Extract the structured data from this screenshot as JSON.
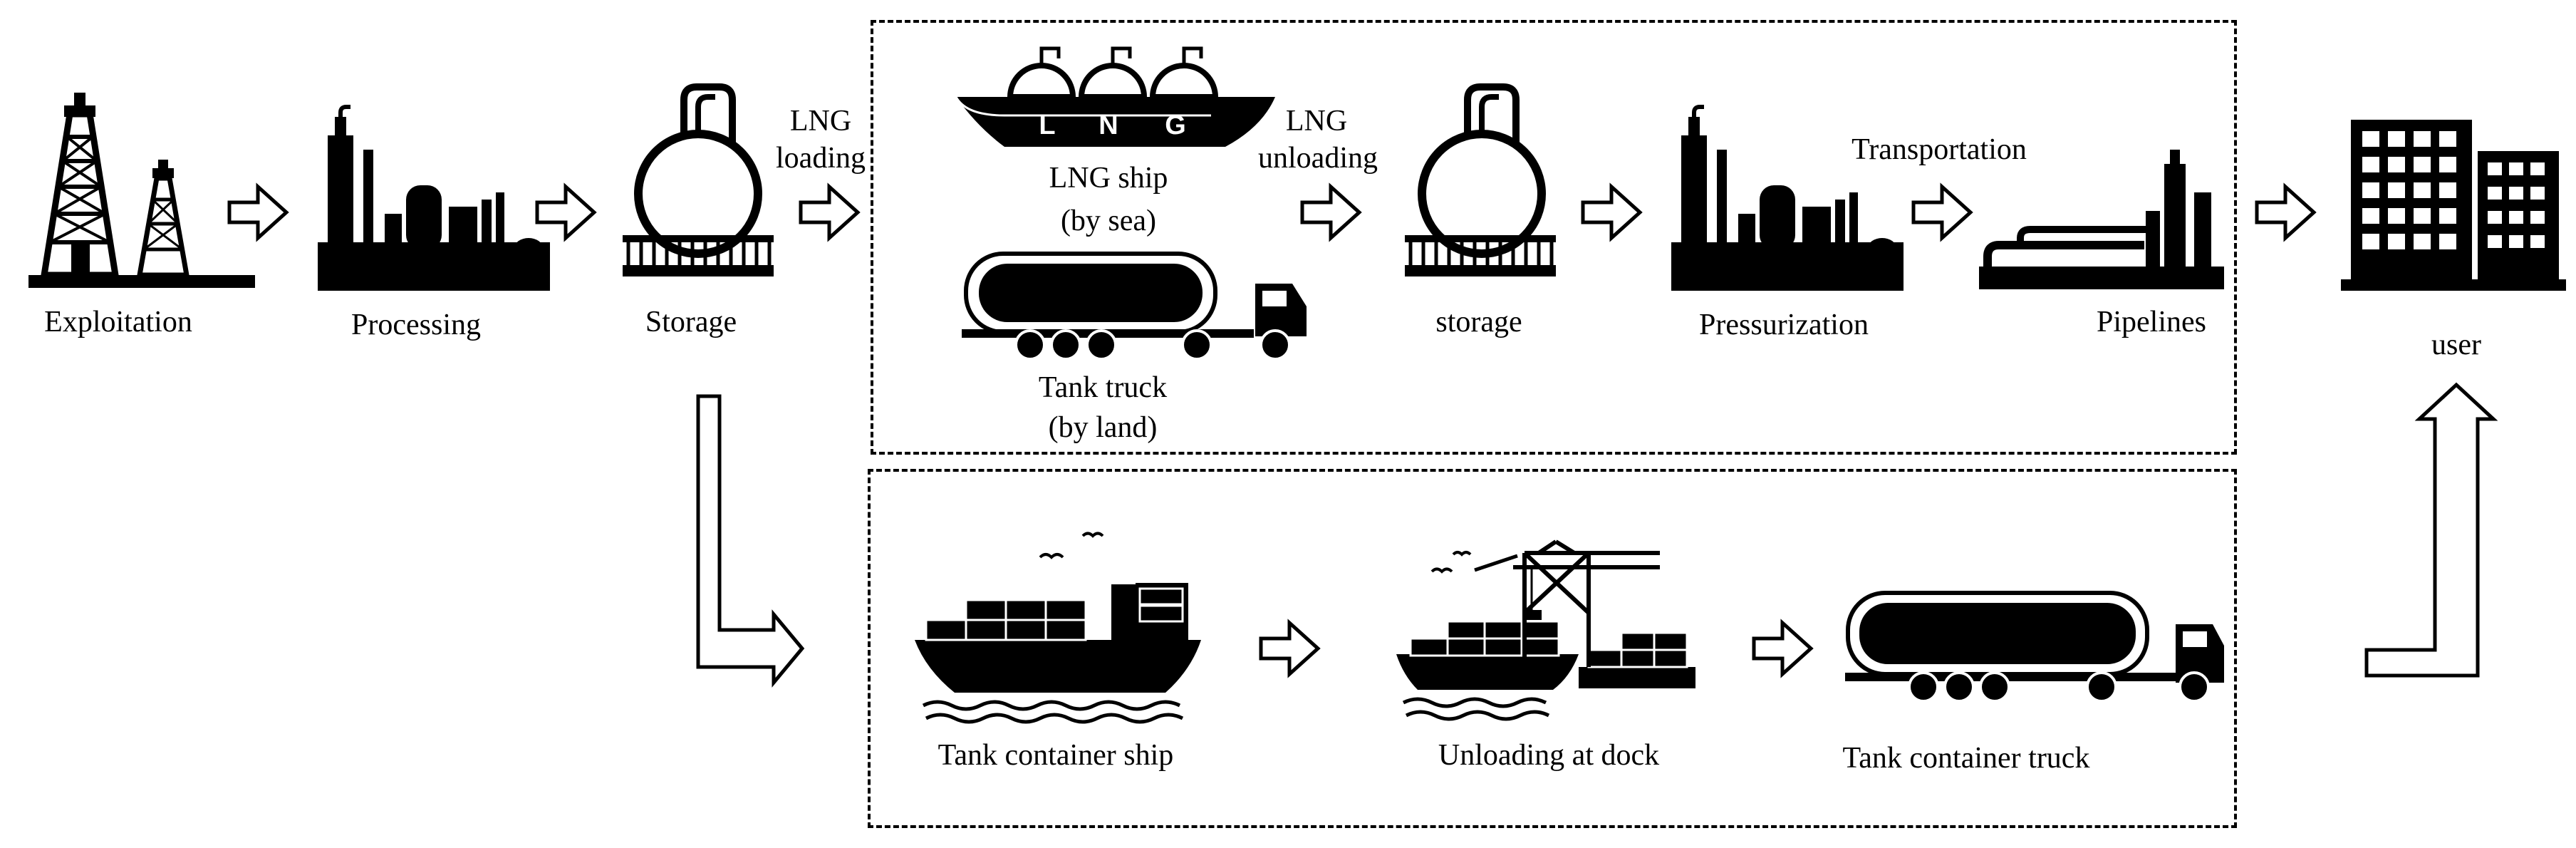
{
  "stages": {
    "exploitation": "Exploitation",
    "processing": "Processing",
    "storage": "Storage",
    "storage2": "storage",
    "pressurization": "Pressurization",
    "pipelines": "Pipelines",
    "user": "user"
  },
  "transfers": {
    "lng_loading_1": "LNG",
    "lng_loading_2": "loading",
    "lng_unloading_1": "LNG",
    "lng_unloading_2": "unloading",
    "transportation": "Transportation"
  },
  "carriers": {
    "ship_logo": [
      "L",
      "N",
      "G"
    ],
    "lng_ship_1": "LNG ship",
    "lng_ship_2": "(by sea)",
    "tank_truck_1": "Tank truck",
    "tank_truck_2": "(by land)"
  },
  "container_route": {
    "ship": "Tank container ship",
    "dock": "Unloading at dock",
    "truck": "Tank container truck"
  }
}
